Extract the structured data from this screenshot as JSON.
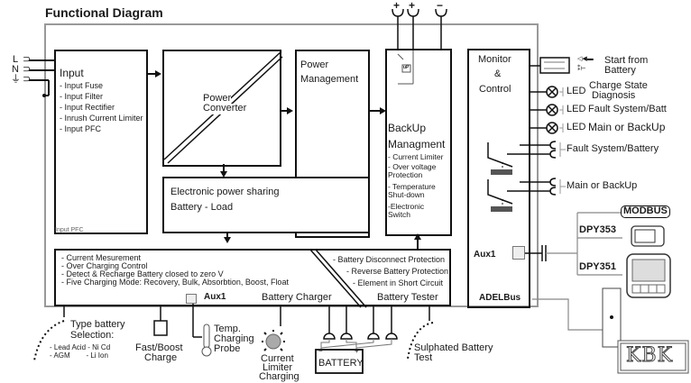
{
  "title": "Functional Diagram",
  "input_terminals": [
    "L",
    "N",
    "⏚"
  ],
  "input_block": {
    "title": "Input",
    "items": [
      "- Input Fuse",
      "- Input Filter",
      "- Input Rectifier",
      "- Inrush Current Limiter",
      "- Input PFC"
    ],
    "faint_label": "Input PFC"
  },
  "power_converter": {
    "line1": "Power",
    "line2": "Converter"
  },
  "power_management": {
    "line1": "Power",
    "line2": "Management"
  },
  "power_sharing": {
    "line1": "Electronic power sharing",
    "line2": "Battery - Load"
  },
  "backup_management": {
    "line1": "BackUp",
    "line2": "Managment",
    "items": [
      "- Current Limiter",
      "- Over  voltage",
      "  Protection",
      "- Temperature",
      "  Shut-down",
      "-Electronic",
      " Switch"
    ],
    "up_label": "uP"
  },
  "output_terminals": [
    "+",
    "+",
    "−"
  ],
  "monitor_control": {
    "line1": "Monitor",
    "line2": "&",
    "line3": "Control",
    "aux": "Aux1",
    "bus": "ADELBus"
  },
  "signals": {
    "start_line1": "Start from",
    "start_line2": "Battery",
    "led_prefix": "LED",
    "led1_line1": "Charge State",
    "led1_line2": "Diagnosis",
    "led2": "Fault System/Batt",
    "led3": "Main or BackUp",
    "relay1": "Fault System/Battery",
    "relay2": "Main or BackUp"
  },
  "displays": {
    "modbus": "MODBUS",
    "dpy353": "DPY353",
    "dpy351": "DPY351"
  },
  "charger_block": {
    "items": [
      "- Current Mesurement",
      "- Over Charging Control",
      "- Detect & Recharge Battery closed to zero V",
      "- Five Charging Mode: Recovery, Bulk, Absorbtion, Boost, Float"
    ],
    "aux": "Aux1",
    "label": "Battery Charger"
  },
  "tester_block": {
    "items": [
      "- Battery Disconnect Protection",
      "- Reverse Battery Protection",
      "- Element in Short Circuit"
    ],
    "label": "Battery Tester"
  },
  "bottom": {
    "type_line1": "Type battery",
    "type_line2": "Selection:",
    "type_opt1": "- Lead Acid - Ni Cd",
    "type_opt2": "- AGM        - Li Ion",
    "fast_line1": "Fast/Boost",
    "fast_line2": "Charge",
    "temp_line1": "Temp.",
    "temp_line2": "Charging",
    "temp_line3": "Probe",
    "limiter_line1": "Current",
    "limiter_line2": "Limiter",
    "limiter_line3": "Charging",
    "battery": "BATTERY",
    "battery_minus": "−",
    "battery_plus": "+",
    "sulph_line1": "Sulphated Battery",
    "sulph_line2": "Test"
  },
  "watermark": "KBK"
}
